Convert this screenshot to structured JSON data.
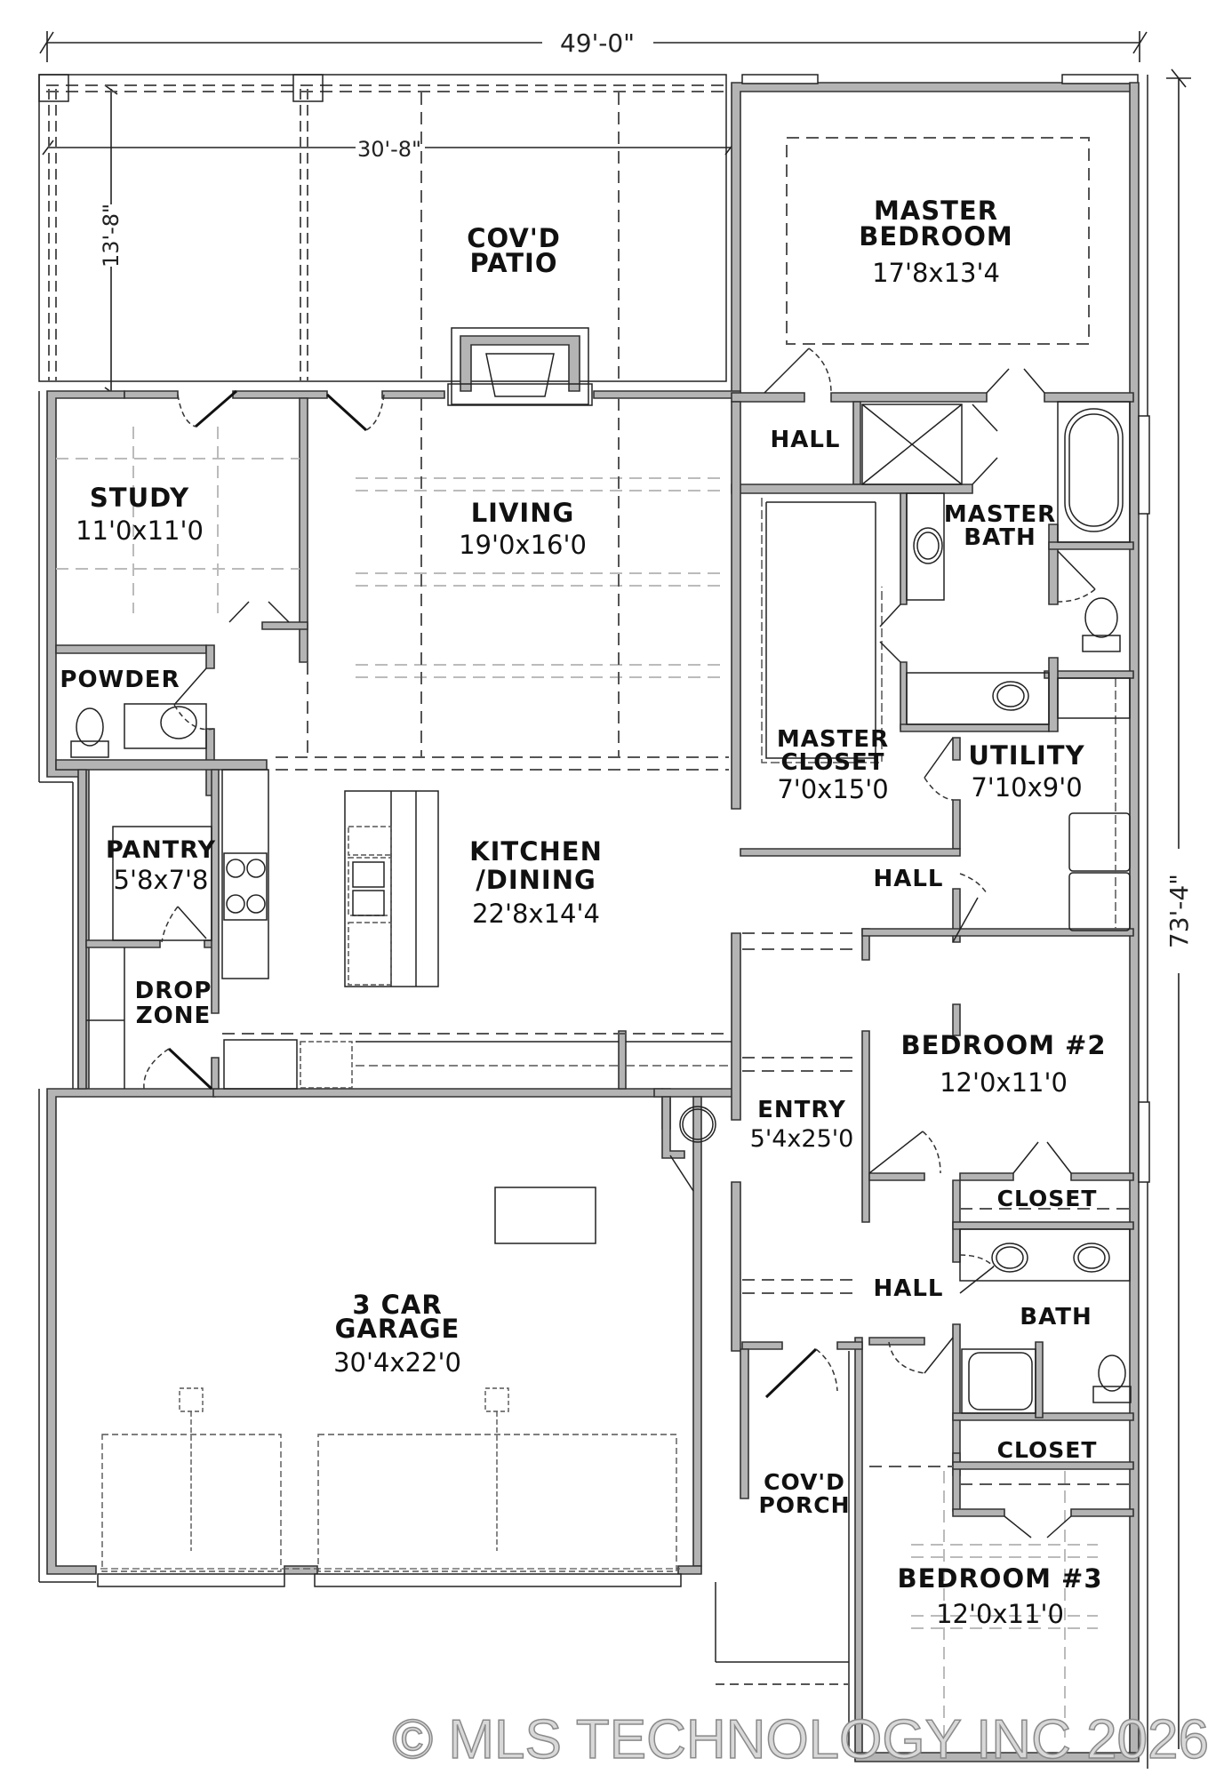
{
  "plan": {
    "overall_width": "49'-0\"",
    "overall_depth": "73'-4\"",
    "patio_width": "30'-8\"",
    "patio_depth": "13'-8\""
  },
  "rooms": {
    "patio": {
      "name1": "COV'D",
      "name2": "PATIO"
    },
    "master_bedroom": {
      "name1": "MASTER",
      "name2": "BEDROOM",
      "size": "17'8x13'4"
    },
    "hall_master": {
      "name": "HALL"
    },
    "master_bath": {
      "name1": "MASTER",
      "name2": "BATH"
    },
    "study": {
      "name": "STUDY",
      "size": "11'0x11'0"
    },
    "living": {
      "name": "LIVING",
      "size": "19'0x16'0"
    },
    "powder": {
      "name": "POWDER"
    },
    "master_closet": {
      "name1": "MASTER",
      "name2": "CLOSET",
      "size": "7'0x15'0"
    },
    "utility": {
      "name": "UTILITY",
      "size": "7'10x9'0"
    },
    "pantry": {
      "name": "PANTRY",
      "size": "5'8x7'8"
    },
    "kitchen": {
      "name1": "KITCHEN",
      "name2": "/DINING",
      "size": "22'8x14'4"
    },
    "hall_utility": {
      "name": "HALL"
    },
    "drop_zone": {
      "name1": "DROP",
      "name2": "ZONE"
    },
    "bedroom2": {
      "name": "BEDROOM #2",
      "size": "12'0x11'0"
    },
    "entry": {
      "name": "ENTRY",
      "size": "5'4x25'0"
    },
    "closet2": {
      "name": "CLOSET"
    },
    "hall_bath": {
      "name": "HALL"
    },
    "bath": {
      "name": "BATH"
    },
    "garage": {
      "name1": "3 CAR",
      "name2": "GARAGE",
      "size": "30'4x22'0"
    },
    "closet3": {
      "name": "CLOSET"
    },
    "porch": {
      "name1": "COV'D",
      "name2": "PORCH"
    },
    "bedroom3": {
      "name": "BEDROOM #3",
      "size": "12'0x11'0"
    }
  },
  "watermark": "© MLS TECHNOLOGY INC 2026",
  "colors": {
    "wall": "#b4b4b4",
    "line": "#222222",
    "background": "#ffffff"
  }
}
